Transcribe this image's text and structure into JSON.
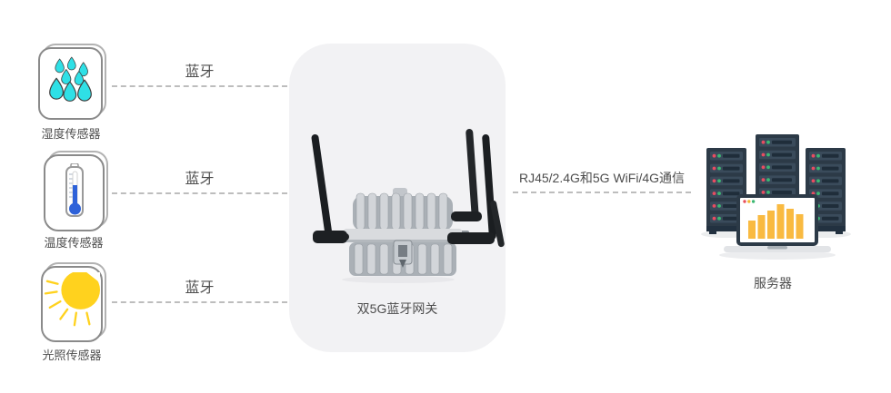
{
  "diagram": {
    "sensors": [
      {
        "icon": "humidity-drops-icon",
        "label": "湿度传感器",
        "link_label": "蓝牙"
      },
      {
        "icon": "thermometer-icon",
        "label": "温度传感器",
        "link_label": "蓝牙"
      },
      {
        "icon": "sunlight-icon",
        "label": "光照传感器",
        "link_label": "蓝牙"
      }
    ],
    "gateway": {
      "label": "双5G蓝牙网关",
      "icon": "outdoor-gateway-device"
    },
    "uplink": {
      "label": "RJ45/2.4G和5G WiFi/4G通信"
    },
    "server": {
      "label": "服务器",
      "icon": "server-racks-laptop"
    }
  },
  "colors": {
    "background": "#ffffff",
    "gateway_card_bg": "#f2f2f4",
    "dashed_line": "#bdbdbd",
    "text": "#4d4d4d",
    "droplet_cyan": "#2fe0e6",
    "thermometer_blue": "#2e62d9",
    "sun_yellow": "#ffd21e",
    "server_navy": "#2c3a47",
    "status_red": "#e84c61",
    "status_green": "#3cb873",
    "chart_bar_yellow": "#f9ba41",
    "antenna_black": "#1d2023",
    "enclosure_gray": "#c9ccd1"
  }
}
